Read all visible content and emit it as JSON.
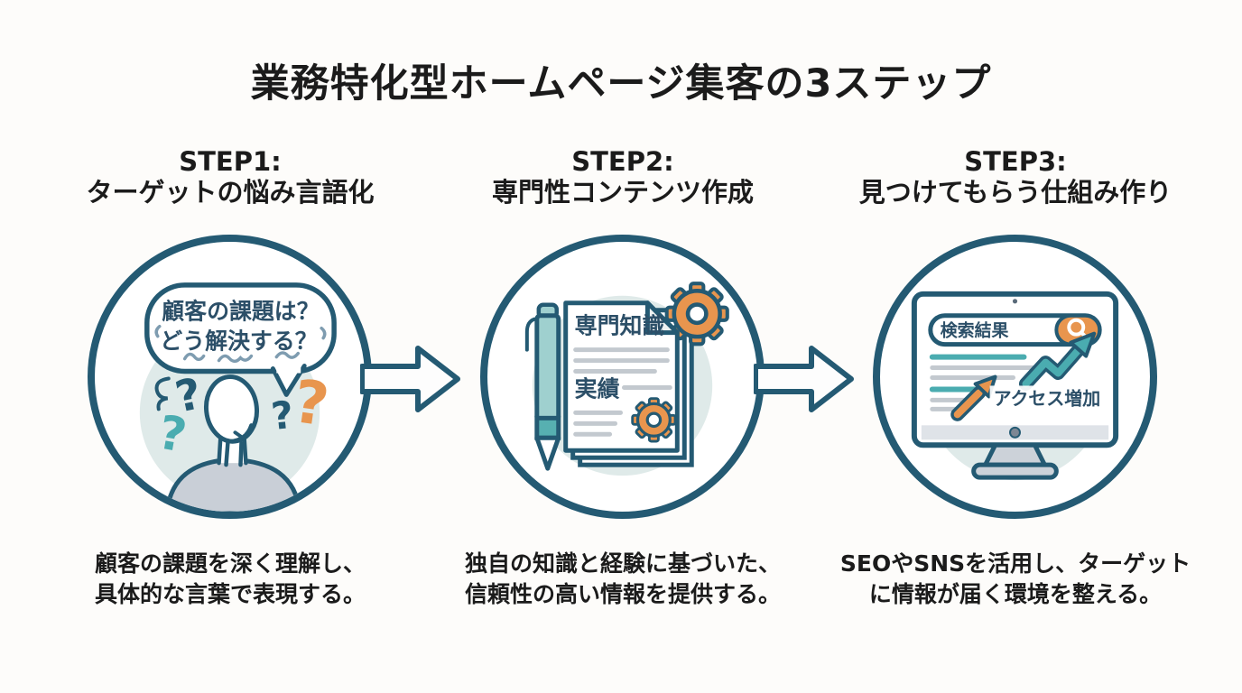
{
  "title": "業務特化型ホームページ集客の3ステップ",
  "steps": [
    {
      "id": "step1",
      "heading_line1": "STEP1:",
      "heading_line2": "ターゲットの悩み言語化",
      "illustration": {
        "bubble_line1": "顧客の課題は？",
        "bubble_line2": "どう解決する？"
      },
      "description_line1": "顧客の課題を深く理解し、",
      "description_line2": "具体的な言葉で表現する。"
    },
    {
      "id": "step2",
      "heading_line1": "STEP2:",
      "heading_line2": "専門性コンテンツ作成",
      "illustration": {
        "doc_title": "専門知識",
        "doc_subtitle": "実績"
      },
      "description_line1": "独自の知識と経験に基づいた、",
      "description_line2": "信頼性の高い情報を提供する。"
    },
    {
      "id": "step3",
      "heading_line1": "STEP3:",
      "heading_line2": "見つけてもらう仕組み作り",
      "illustration": {
        "search_bar_text": "検索結果",
        "access_label": "アクセス増加"
      },
      "description_line1": "SEOやSNSを活用し、ターゲット",
      "description_line2": "に情報が届く環境を整える。"
    }
  ],
  "icons": [
    "speech-bubble-icon",
    "question-mark-icon",
    "thinking-person-icon",
    "pen-icon",
    "document-icon",
    "gear-icon",
    "monitor-icon",
    "search-bar-icon",
    "magnifier-icon",
    "growth-arrow-icon",
    "rising-arrow-icon",
    "flow-arrow-icon"
  ],
  "colors": {
    "navy_outline": "#245a73",
    "navy_text": "#2c4f68",
    "teal_accent": "#4aacb0",
    "orange_accent": "#e8954e",
    "pale_circle_bg": "#dfeae9",
    "gray_fill": "#c9cfd7",
    "gray_line": "#c3c9cf",
    "text_black": "#1b1b1b",
    "background": "#fdfcfa"
  }
}
